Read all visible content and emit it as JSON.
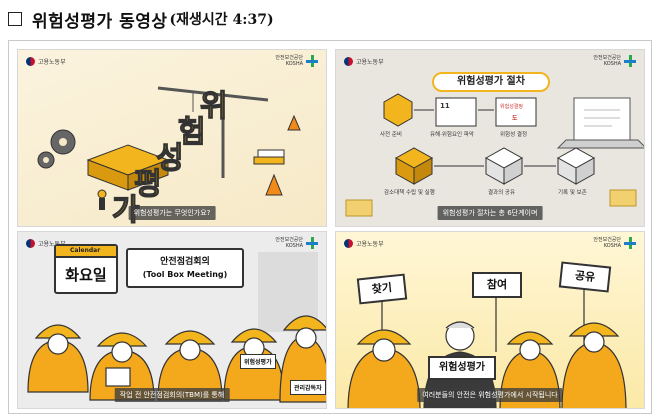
{
  "header": {
    "title": "위험성평가 동영상",
    "subtitle": "(재생시간 4:37)"
  },
  "common": {
    "ministry": "고용노동부",
    "agency_line1": "안전보건공단",
    "agency_line2": "KOSHA"
  },
  "panels": [
    {
      "caption": "위험성평가는 무엇인가요?",
      "headline_chars": [
        "위",
        "험",
        "성",
        "평",
        "가"
      ]
    },
    {
      "caption": "위험성평가 절차는 총 6단계이며",
      "title": "위험성평가 절차",
      "steps": [
        "사전 준비",
        "유해·위험요인 파악",
        "위험성 결정",
        "감소대책 수립 및 실행",
        "결과의 공유",
        "기록 및 보존"
      ],
      "badge_number": "11",
      "badge_text": "위험성결정",
      "badge_sub": "도"
    },
    {
      "caption": "작업 전 안전점검회의(TBM)를 통해",
      "calendar_label": "Calendar",
      "calendar_day": "화요일",
      "meeting_title": "안전점검회의",
      "meeting_subtitle": "(Tool Box Meeting)",
      "tag_worker": "위험성평가",
      "tag_manager": "관리감독자"
    },
    {
      "caption": "여러분들의 안전은 위험성평가에서 시작됩니다",
      "sign_left": "찾기",
      "sign_mid": "참여",
      "sign_right": "공유",
      "sign_center": "위험성평가"
    }
  ],
  "colors": {
    "accent_yellow": "#f2b51d",
    "vest_orange": "#f4a81c",
    "caption_bg": "#3c3c3c"
  }
}
